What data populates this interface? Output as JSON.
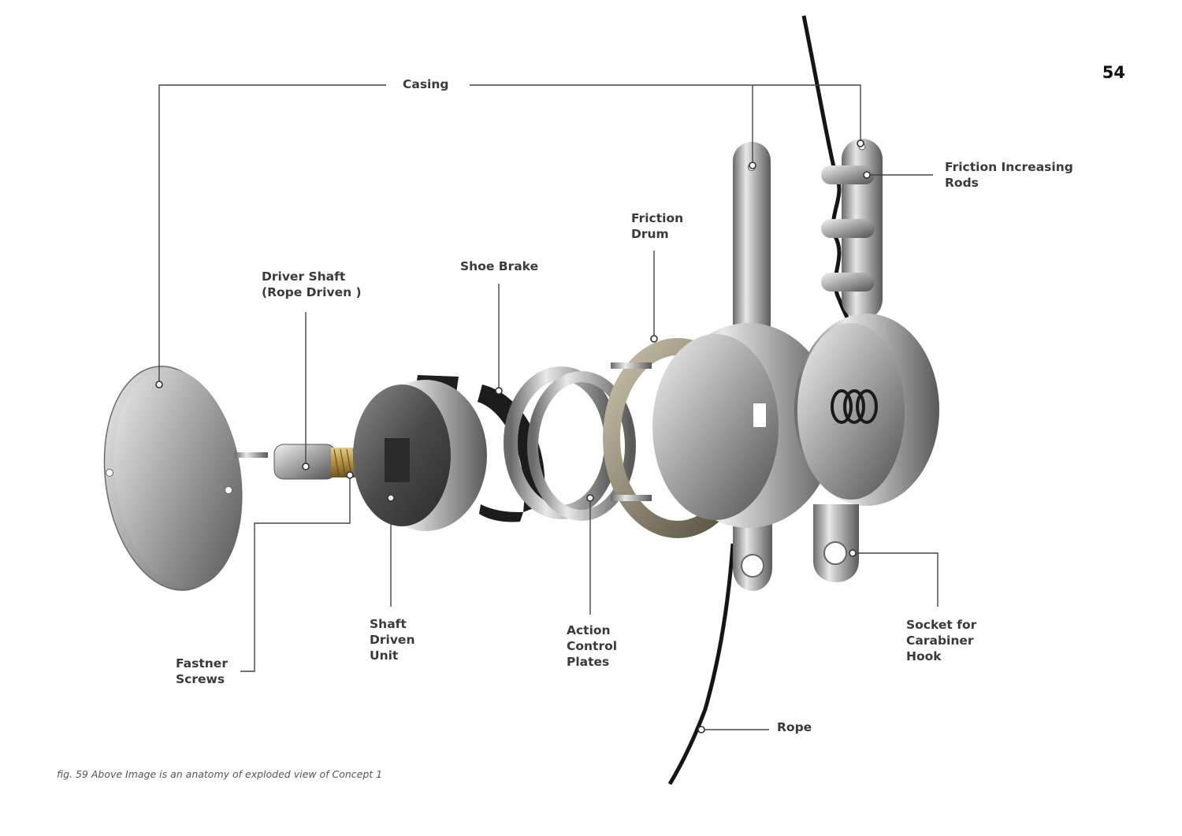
{
  "page_number": "54",
  "caption": "fig. 59  Above Image is an anatomy of exploded view of Concept 1",
  "labels": {
    "casing": "Casing",
    "friction_rods": "Friction Increasing\nRods",
    "friction_drum": "Friction\nDrum",
    "shoe_brake": "Shoe Brake",
    "driver_shaft": "Driver Shaft\n(Rope Driven )",
    "shaft_driven_unit": "Shaft\nDriven\nUnit",
    "action_plates": "Action\nControl\nPlates",
    "socket": "Socket for\nCarabiner\nHook",
    "fastner_screws": "Fastner\nScrews",
    "rope": "Rope"
  },
  "colors": {
    "metal_light": "#e4e4e4",
    "metal_mid": "#a9a9a9",
    "metal_dark": "#5e5e5e",
    "brass": "#b99a4a",
    "rubber": "#1c1c1c",
    "leader_line": "#444444"
  }
}
